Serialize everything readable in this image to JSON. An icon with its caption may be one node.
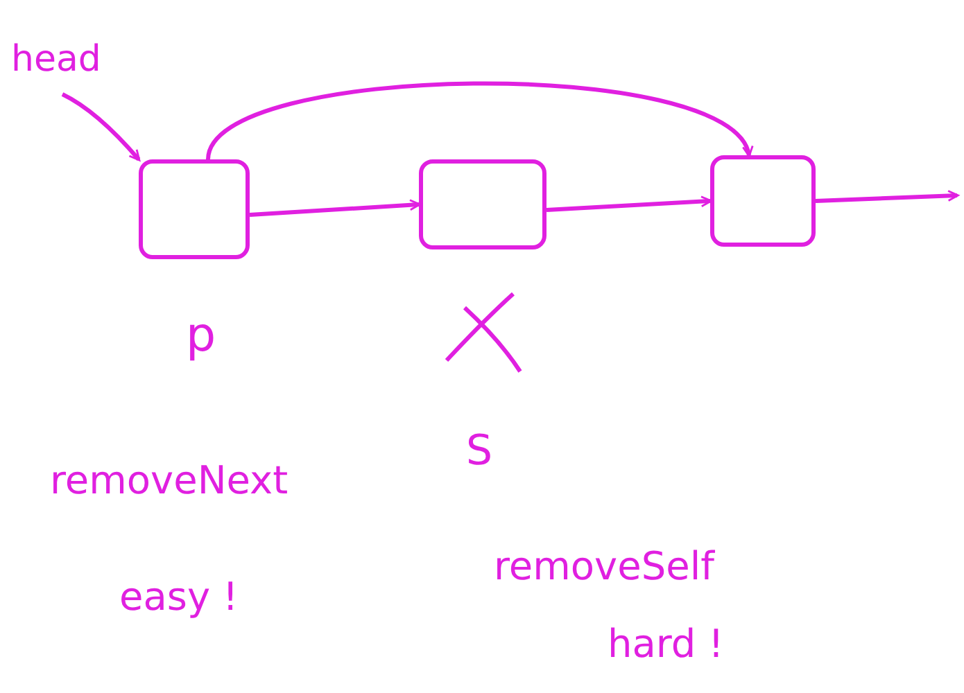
{
  "diagram": {
    "nodes": [
      {
        "text": [
          "head"
        ]
      },
      {
        "text": [],
        "shape": "box"
      },
      {
        "text": [],
        "shape": "box"
      },
      {
        "text": [],
        "shape": "box"
      }
    ],
    "edges": [
      {
        "from": 0,
        "to": 1,
        "arrow": "to"
      },
      {
        "from": 1,
        "to": 2,
        "arrow": "to"
      },
      {
        "from": 2,
        "to": 3,
        "arrow": "to"
      },
      {
        "from": 3,
        "to": null,
        "arrow": "to"
      },
      {
        "from": 1,
        "to": 3,
        "arrow": "to"
      }
    ],
    "labels": [
      "p",
      "S",
      "removeNext",
      "easy !",
      "removeSelf",
      "hard !"
    ]
  }
}
